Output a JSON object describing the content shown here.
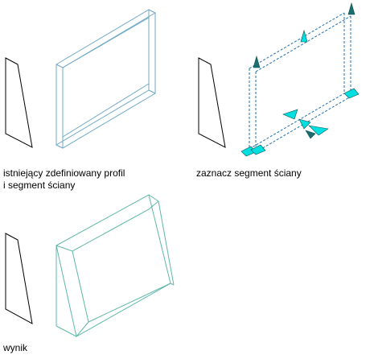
{
  "captions": {
    "existing_line1": "istniejący zdefiniowany profil",
    "existing_line2": "i segment ściany",
    "select": "zaznacz segment ściany",
    "result": "wynik"
  },
  "colors": {
    "profile_stroke": "#000000",
    "wall_stroke": "#6fa8c8",
    "result_stroke": "#5fb8a8",
    "selected_dash": "#1f6fb0",
    "grip_cyan": "#00e0e0",
    "grip_dark": "#1a6e6e"
  }
}
